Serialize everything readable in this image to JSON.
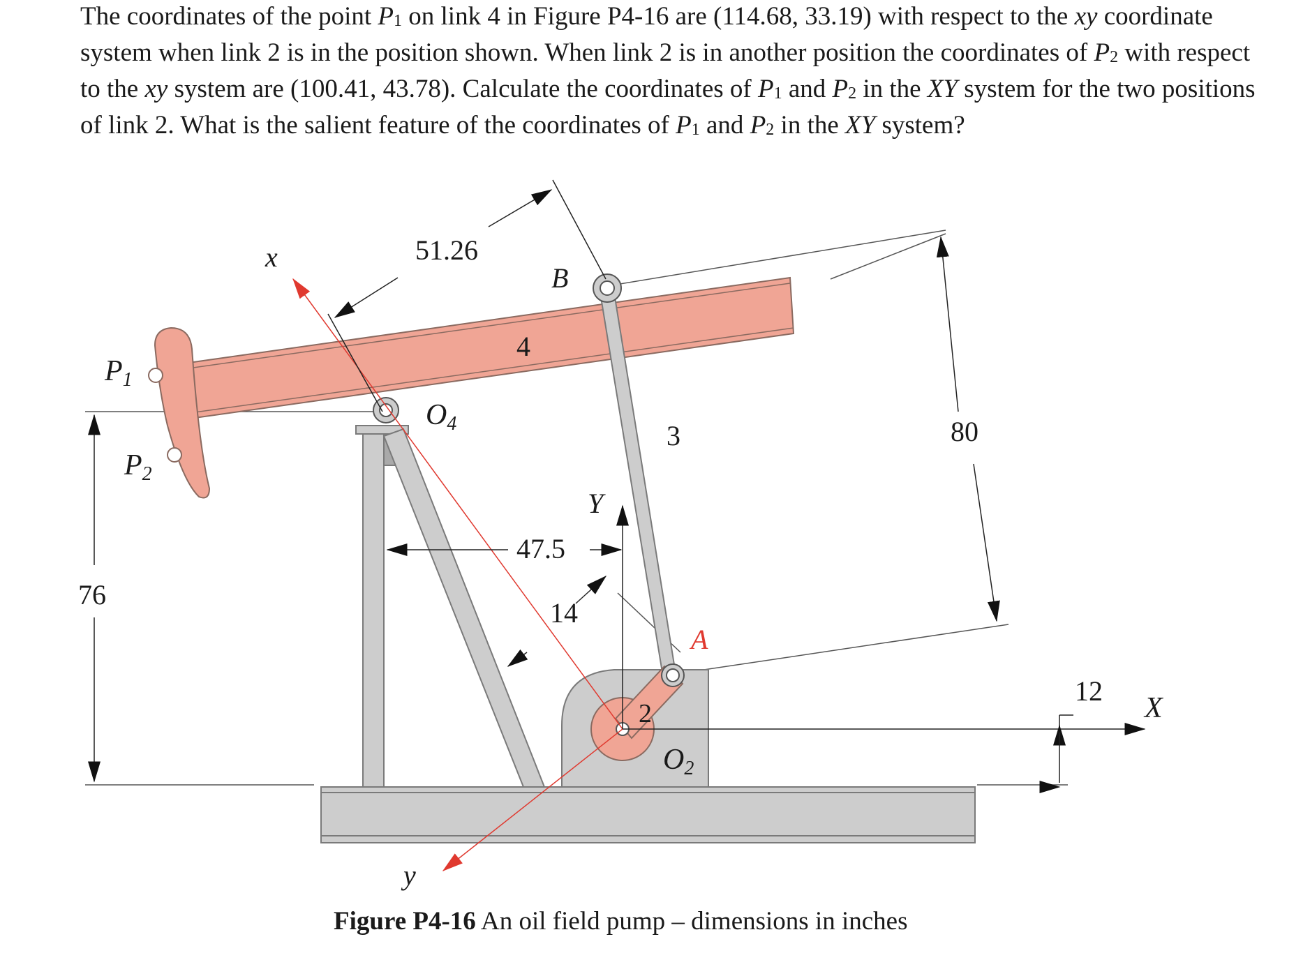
{
  "problem": {
    "s1": "The coordinates of the point ",
    "p1a": "P",
    "p1a_sub": "1",
    "s2": " on link 4 in Figure P4-16 are (114.68, 33.19) with respect to the ",
    "xy1": "xy",
    "s3": " coordinate system when link 2 is in the position shown. When link 2 is in another position the coordinates of ",
    "p2a": "P",
    "p2a_sub": "2",
    "s4": " with respect to the ",
    "xy2": "xy",
    "s5": " system are (100.41, 43.78). Calculate the coordinates of ",
    "p1b": "P",
    "p1b_sub": "1",
    "s6": " and ",
    "p2b": "P",
    "p2b_sub": "2",
    "s7": " in the ",
    "XY1": "XY",
    "s8": " system for the two positions of link 2. What is the salient feature of the coordinates of ",
    "p1c": "P",
    "p1c_sub": "1",
    "s9": " and ",
    "p2c": "P",
    "p2c_sub": "2",
    "s10": " in the ",
    "XY2": "XY",
    "s11": " system?"
  },
  "figure": {
    "labels": {
      "dim_51_26": "51.26",
      "x_axis": "x",
      "B": "B",
      "link4": "4",
      "P1": "P",
      "P1_sub": "1",
      "O4": "O",
      "O4_sub": "4",
      "link3": "3",
      "dim_80": "80",
      "P2": "P",
      "P2_sub": "2",
      "Y_axis": "Y",
      "dim_47_5": "47.5",
      "dim_76": "76",
      "dim_14": "14",
      "A": "A",
      "dim_12": "12",
      "X_axis": "X",
      "link2": "2",
      "O2": "O",
      "O2_sub": "2",
      "y_axis": "y"
    },
    "caption_bold": "Figure P4-16",
    "caption_rest": " An oil field pump – dimensions in inches"
  },
  "colors": {
    "beam": "#f0a595",
    "frame": "#cdcdcd",
    "frame_stroke": "#8a8a8a",
    "axis_red": "#e0392f",
    "dim_line": "#222222"
  }
}
